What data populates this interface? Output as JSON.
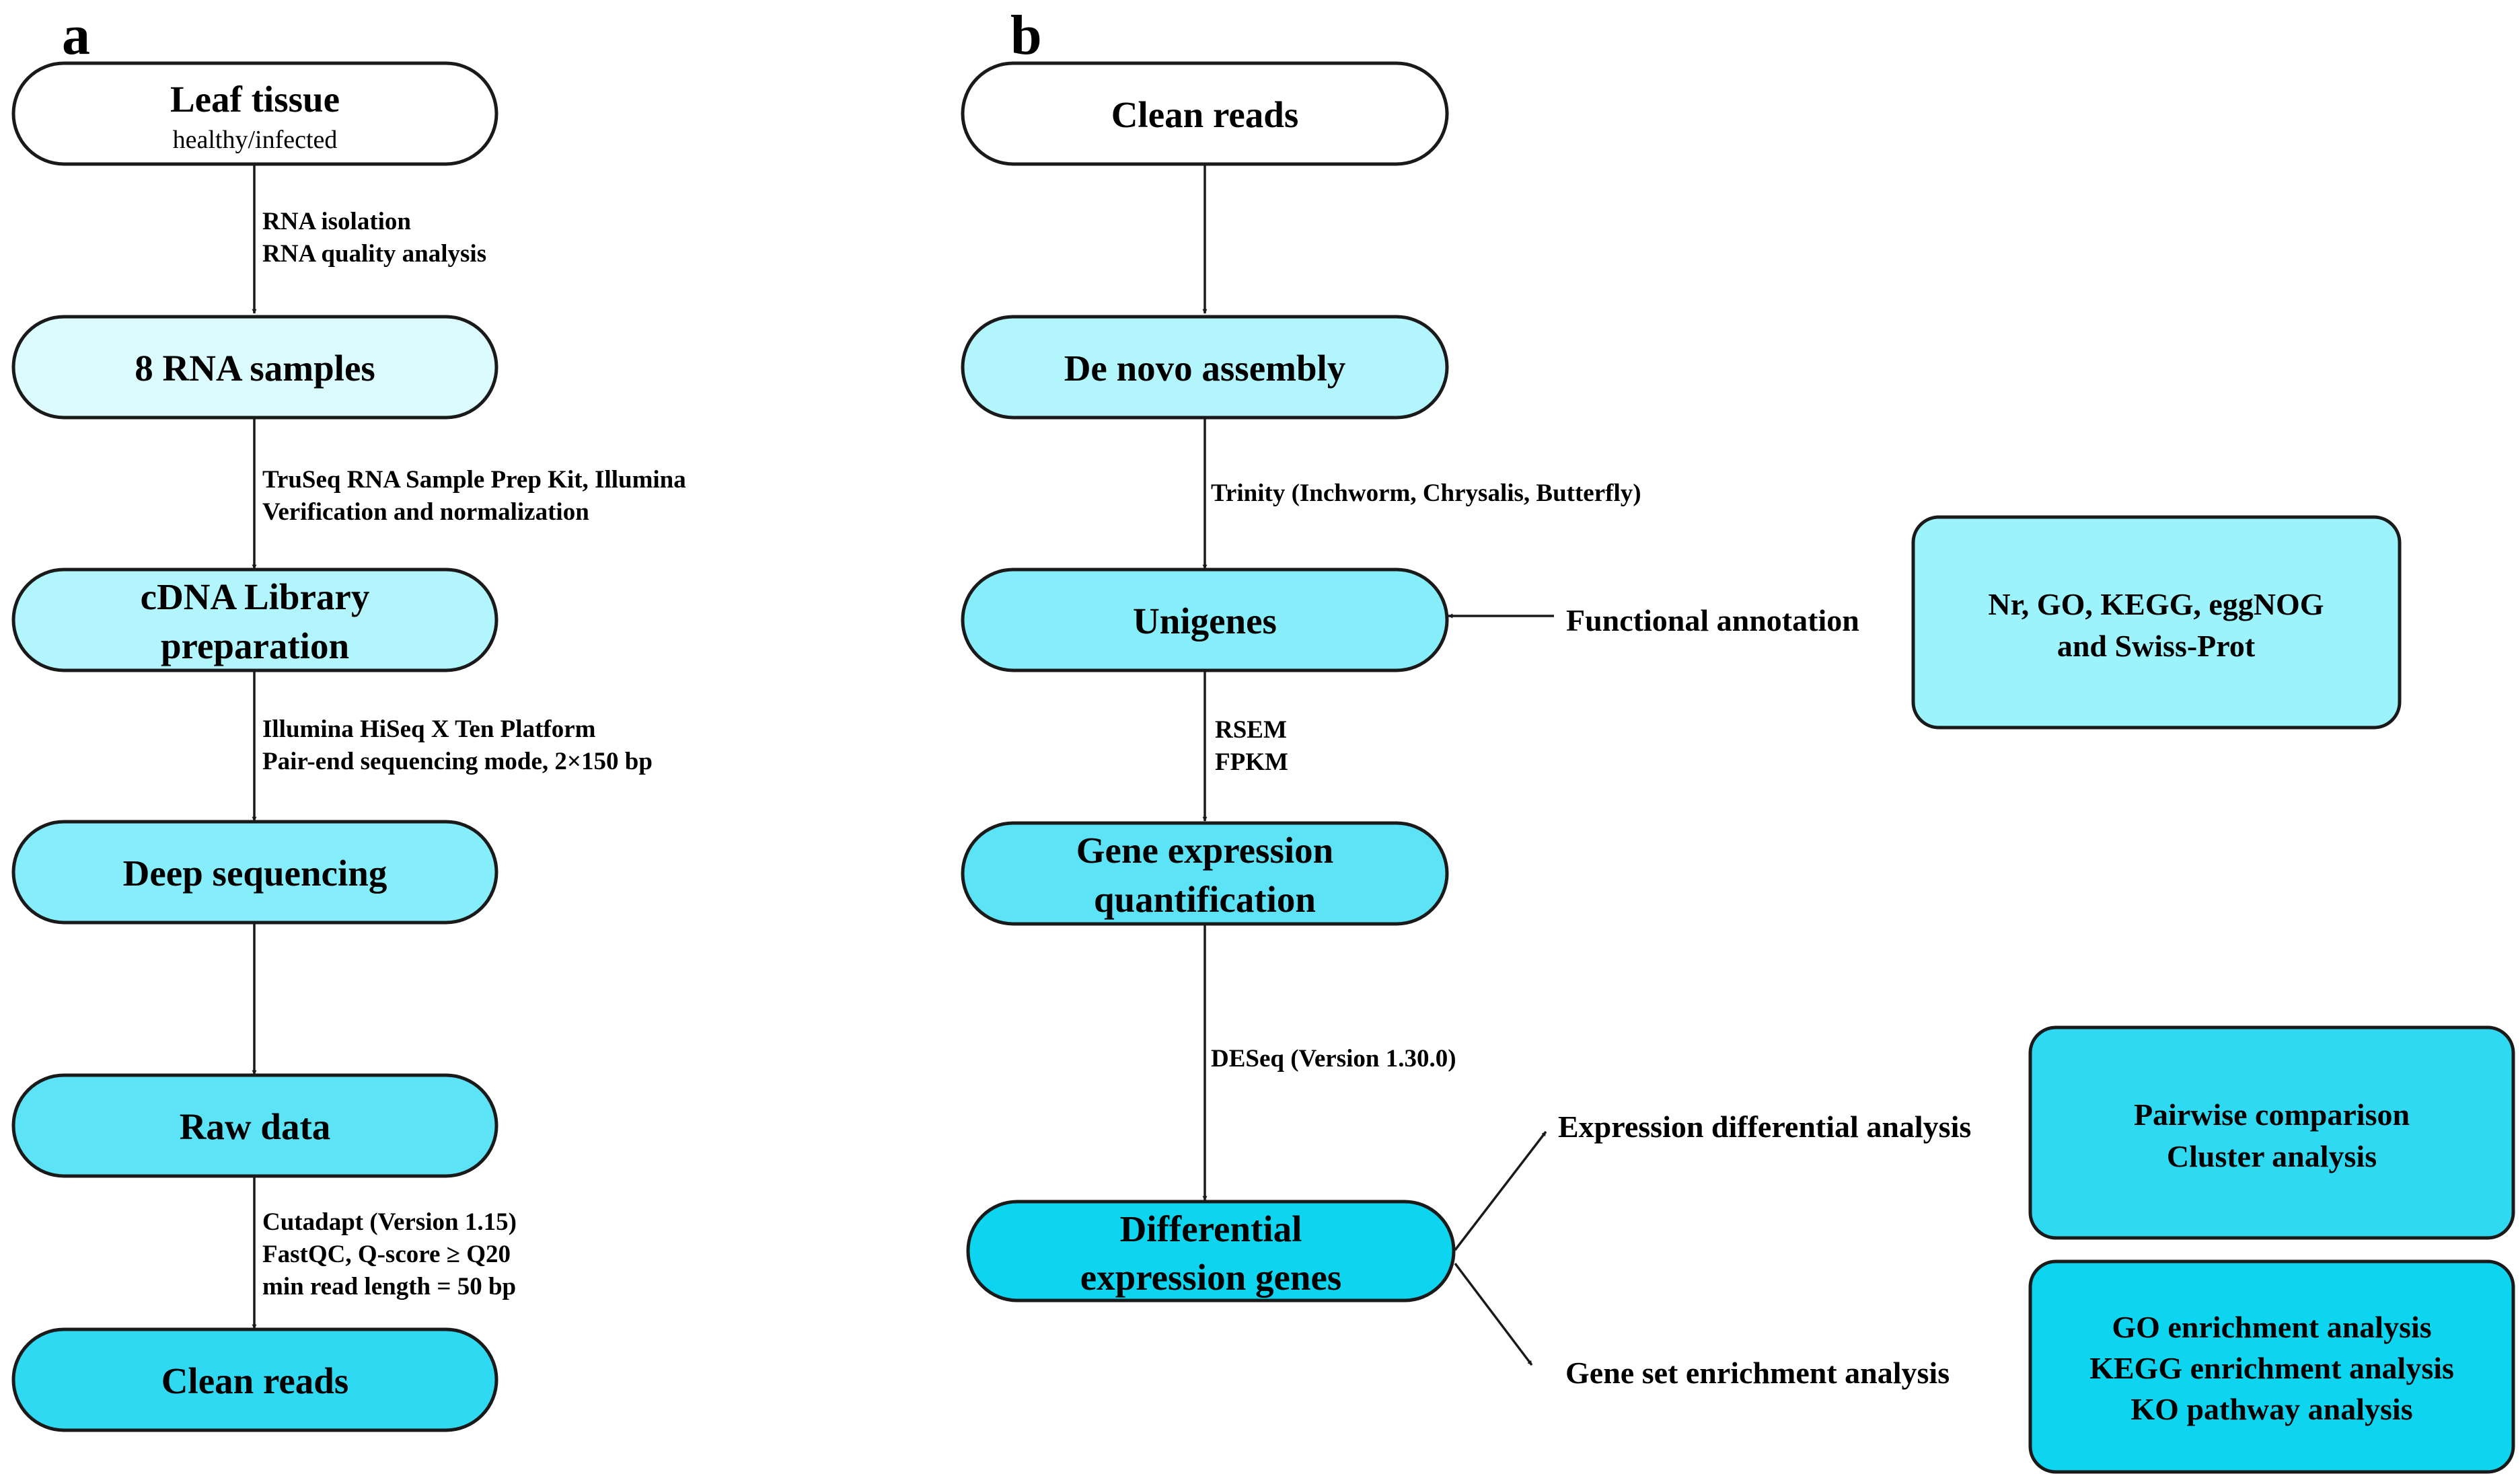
{
  "colors": {
    "white": "#ffffff",
    "step1": "#dbfbff",
    "step2": "#b3f5fd",
    "step3": "#86edfa",
    "step4": "#5ce4f6",
    "step5": "#2fd9f1",
    "step6": "#0ed5ef",
    "outline": "#1a1a1a"
  },
  "panel_a": {
    "label": "a",
    "nodes": [
      {
        "id": "leaf",
        "title": "Leaf tissue",
        "subtitle": "healthy/infected"
      },
      {
        "id": "rna",
        "title": "8 RNA samples"
      },
      {
        "id": "cdna",
        "lines": [
          "cDNA Library",
          "preparation"
        ]
      },
      {
        "id": "deep",
        "title": "Deep sequencing"
      },
      {
        "id": "raw",
        "title": "Raw data"
      },
      {
        "id": "clean",
        "title": "Clean reads"
      }
    ],
    "annotations": [
      {
        "lines": [
          "RNA isolation",
          "RNA quality analysis"
        ]
      },
      {
        "lines": [
          "TruSeq RNA Sample Prep Kit, Illumina",
          "Verification and normalization"
        ]
      },
      {
        "lines": [
          "Illumina HiSeq X Ten Platform",
          "Pair-end sequencing mode, 2×150 bp"
        ]
      },
      {
        "lines": [
          "Cutadapt (Version 1.15)",
          "FastQC, Q-score ≥ Q20",
          "min read length = 50 bp"
        ]
      }
    ]
  },
  "panel_b": {
    "label": "b",
    "nodes": [
      {
        "id": "clean_b",
        "title": "Clean reads"
      },
      {
        "id": "denovo",
        "title": "De novo assembly"
      },
      {
        "id": "unigenes",
        "title": "Unigenes"
      },
      {
        "id": "geneexp",
        "lines": [
          "Gene expression",
          "quantification"
        ]
      },
      {
        "id": "deg",
        "lines": [
          "Differential",
          "expression genes"
        ]
      }
    ],
    "annotations": [
      {
        "lines": [
          "Trinity (Inchworm, Chrysalis, Butterfly)"
        ]
      },
      {
        "lines": [
          "RSEM",
          "FPKM"
        ]
      },
      {
        "lines": [
          "DESeq (Version 1.30.0)"
        ]
      }
    ],
    "side_labels": {
      "functional": "Functional annotation",
      "expr_diff": "Expression differential analysis",
      "gene_set": "Gene set enrichment analysis"
    },
    "result_boxes": {
      "annotation_db": [
        "Nr, GO, KEGG, eggNOG",
        "and Swiss-Prot"
      ],
      "pairwise": [
        "Pairwise comparison",
        "Cluster analysis"
      ],
      "enrichment": [
        "GO enrichment analysis",
        "KEGG enrichment analysis",
        "KO pathway analysis"
      ]
    }
  }
}
